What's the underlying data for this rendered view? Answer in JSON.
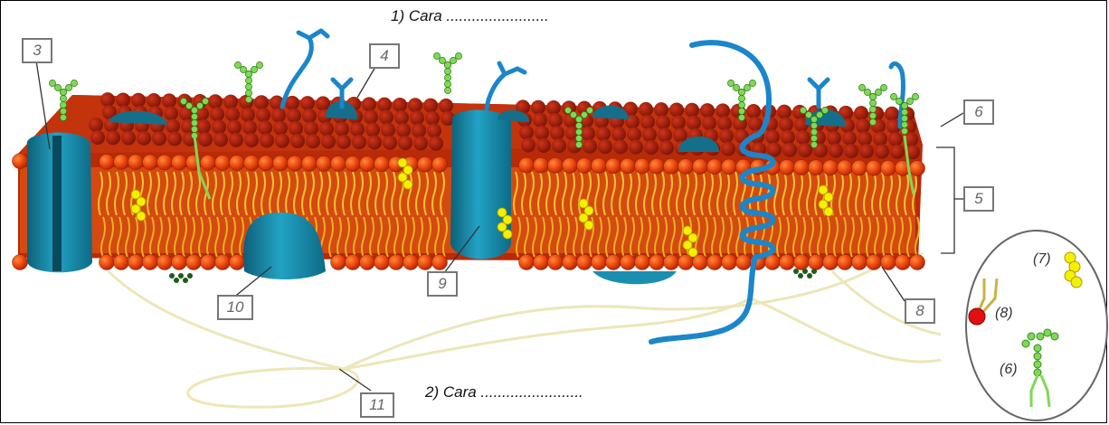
{
  "top_face": {
    "label": "1) Cara",
    "dots": "........................"
  },
  "bottom_face": {
    "label": "2) Cara",
    "dots": "........................"
  },
  "labels": [
    "3",
    "4",
    "5",
    "6",
    "8",
    "9",
    "10",
    "11"
  ],
  "legend": {
    "item7": "(7)",
    "item8": "(8)",
    "item6": "(6)"
  },
  "colors": {
    "phospholipid_head": "#e8420c",
    "tail": "#f2c12e",
    "protein": "#1a8fb0",
    "cholesterol": "#f5f000",
    "glycan": "#7ed957",
    "fiber": "#ede8c2"
  }
}
